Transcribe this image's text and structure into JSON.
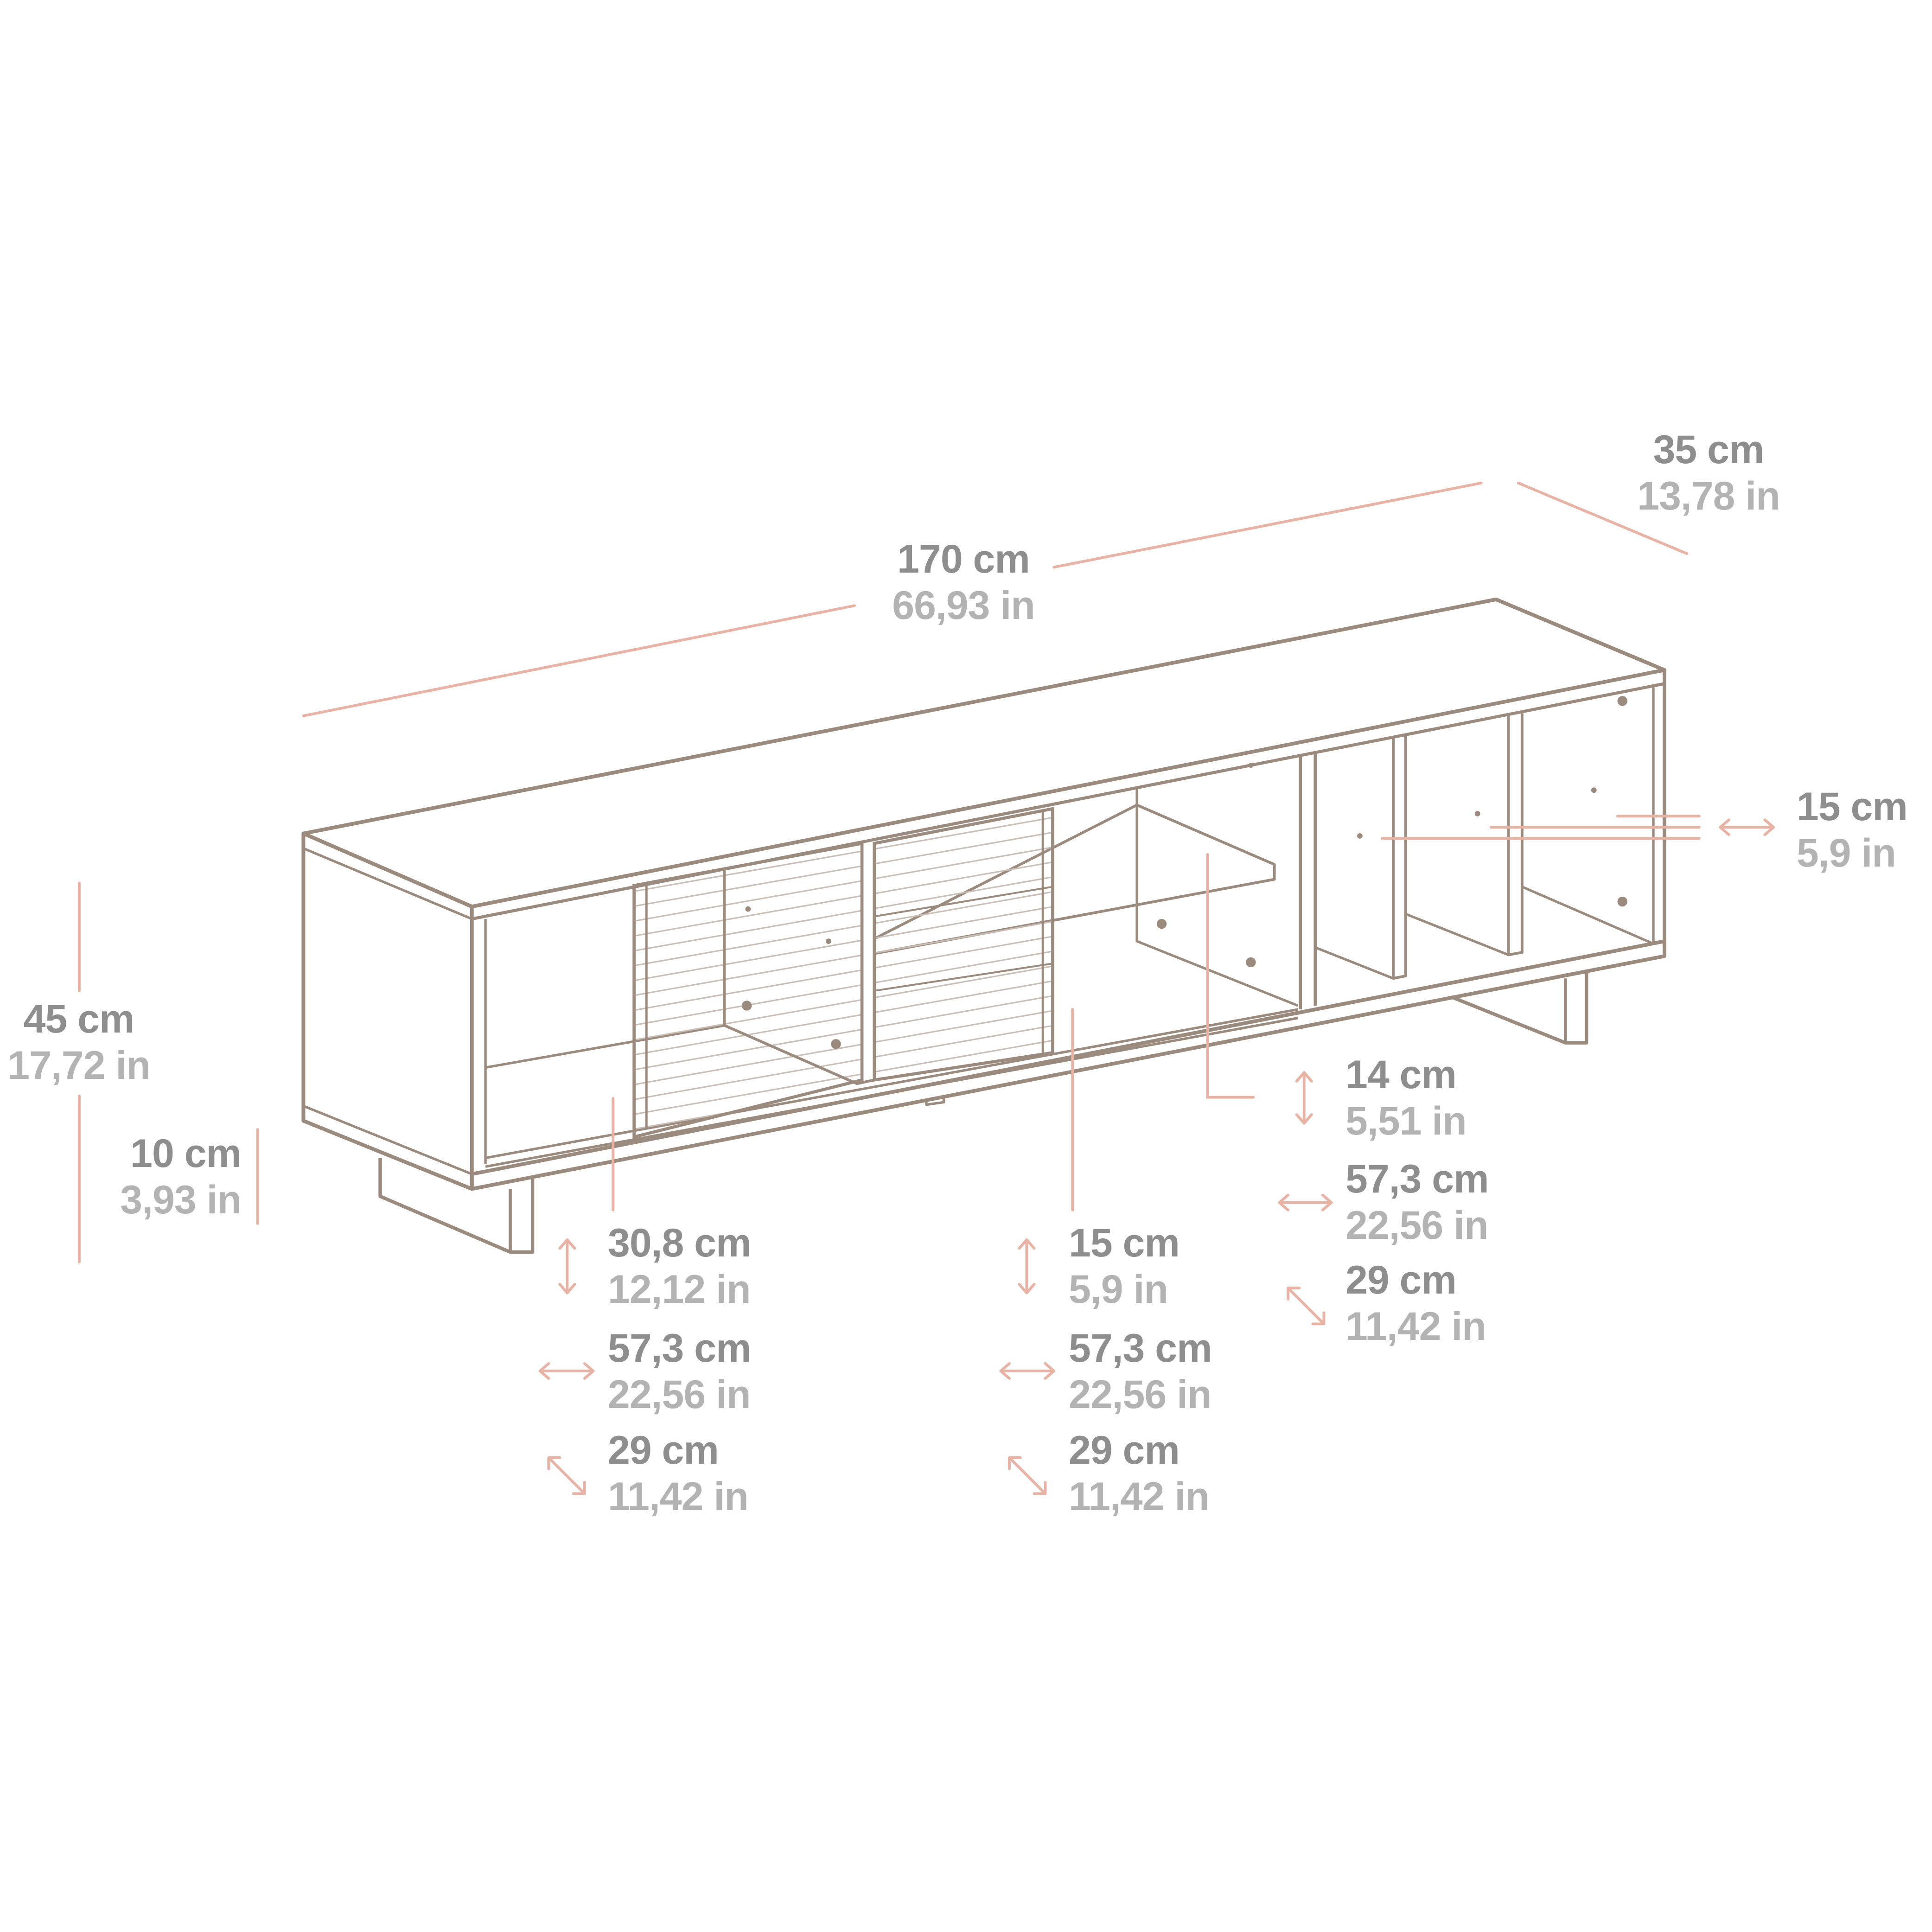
{
  "colors": {
    "furniture_line": "#9b8a7e",
    "dimension_line": "#e8b3a4",
    "label_cm": "#8e8e8e",
    "label_in": "#b3b3b3"
  },
  "dimensions": {
    "width": {
      "cm": "170 cm",
      "in": "66,93 in"
    },
    "depth": {
      "cm": "35 cm",
      "in": "13,78 in"
    },
    "height": {
      "cm": "45 cm",
      "in": "17,72 in"
    },
    "legs": {
      "cm": "10 cm",
      "in": "3,93 in"
    },
    "right_compartment": {
      "cm": "15 cm",
      "in": "5,9 in"
    },
    "left_compartment": {
      "height": {
        "cm": "30,8 cm",
        "in": "12,12 in"
      },
      "width": {
        "cm": "57,3 cm",
        "in": "22,56 in"
      },
      "depth": {
        "cm": "29 cm",
        "in": "11,42 in"
      }
    },
    "middle_compartment": {
      "height": {
        "cm": "15 cm",
        "in": "5,9 in"
      },
      "width": {
        "cm": "57,3 cm",
        "in": "22,56 in"
      },
      "depth": {
        "cm": "29 cm",
        "in": "11,42 in"
      }
    },
    "shelf_compartment": {
      "height": {
        "cm": "14 cm",
        "in": "5,51 in"
      },
      "width": {
        "cm": "57,3 cm",
        "in": "22,56 in"
      },
      "depth": {
        "cm": "29 cm",
        "in": "11,42 in"
      }
    }
  }
}
